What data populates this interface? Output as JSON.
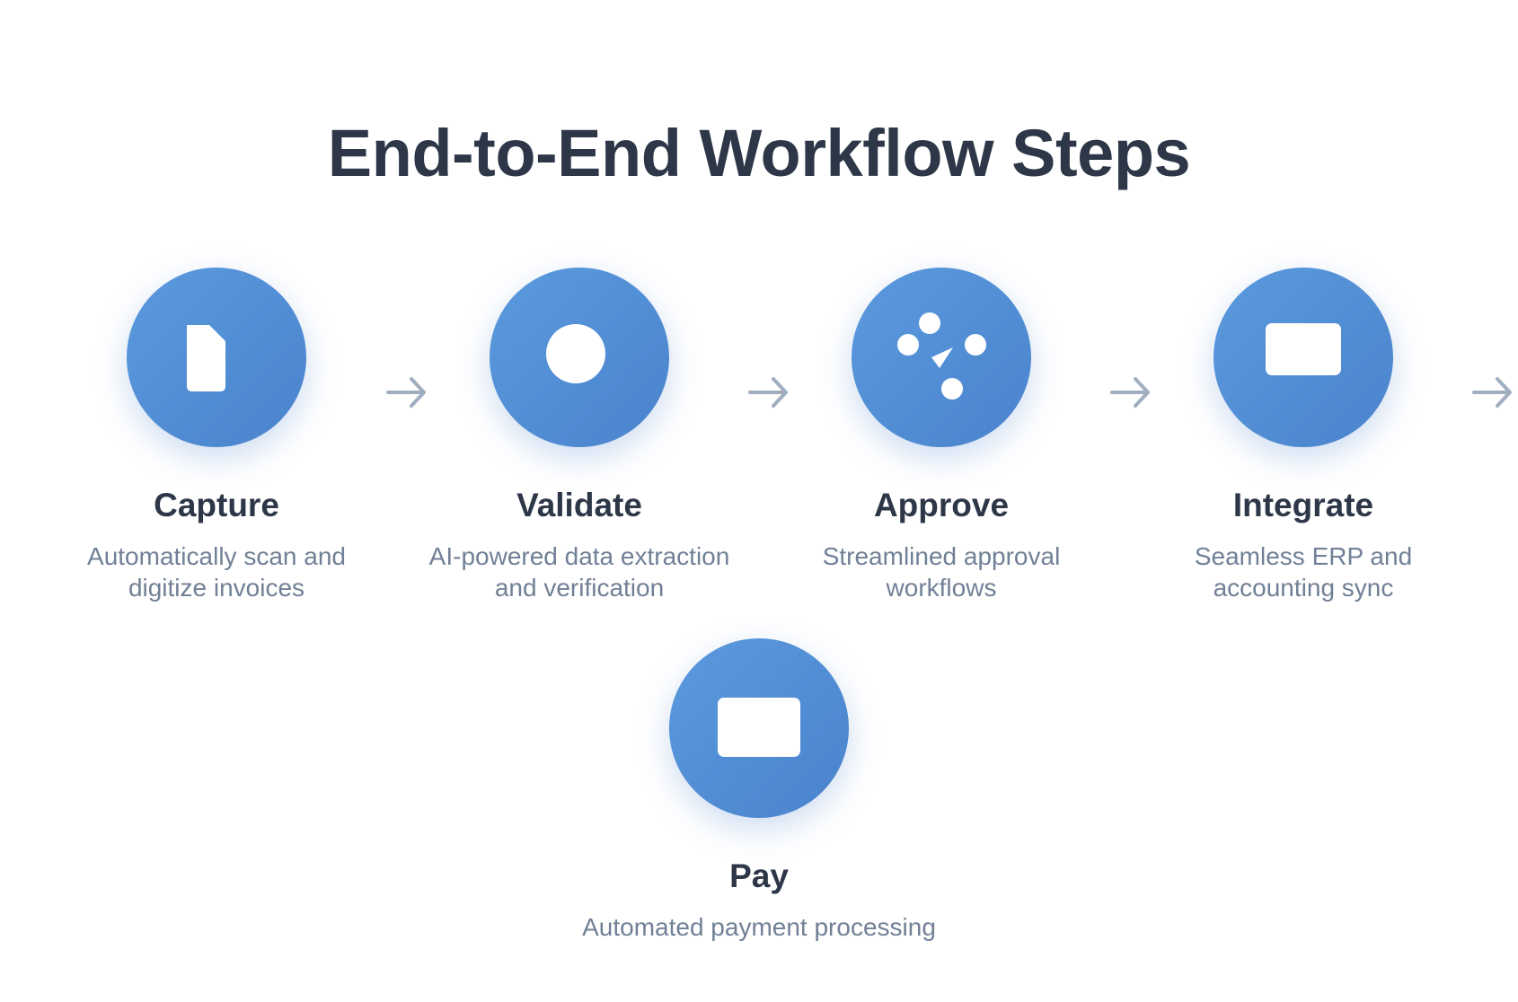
{
  "title": "End-to-End Workflow Steps",
  "steps": [
    {
      "title": "Capture",
      "desc_lines": [
        "Automatically scan and",
        "digitize invoices"
      ],
      "icon": "document-icon"
    },
    {
      "title": "Validate",
      "desc_lines": [
        "AI-powered data extraction",
        "and verification"
      ],
      "icon": "circle-icon"
    },
    {
      "title": "Approve",
      "desc_lines": [
        "Streamlined approval",
        "workflows"
      ],
      "icon": "compass-icon"
    },
    {
      "title": "Integrate",
      "desc_lines": [
        "Seamless ERP and",
        "accounting sync"
      ],
      "icon": "rectangle-icon"
    },
    {
      "title": "Pay",
      "desc_lines": [
        "Automated payment processing"
      ],
      "icon": "card-icon"
    }
  ],
  "colors": {
    "accent_start": "#5b9ade",
    "accent_end": "#4a83cc",
    "heading": "#2d3748",
    "text": "#718096",
    "arrow": "#a0aec0"
  }
}
